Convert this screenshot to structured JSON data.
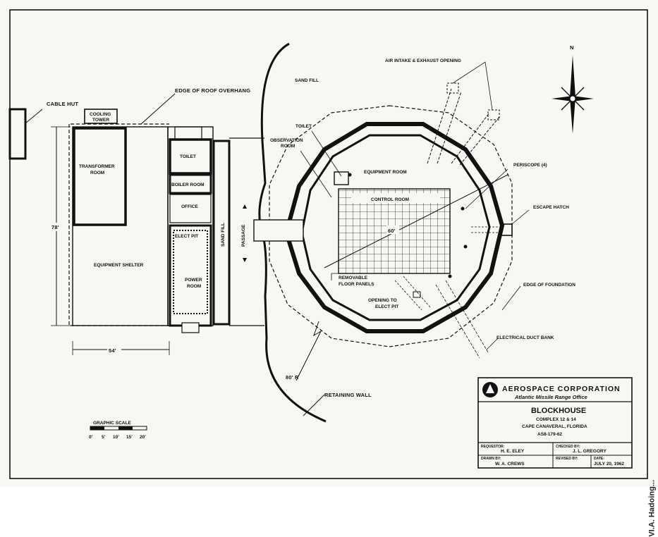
{
  "labels": {
    "cable_hut": "CABLE HUT",
    "cooling_tower": "COOLING TOWER",
    "edge_of_roof": "EDGE OF ROOF OVERHANG",
    "transformer_room": "TRANSFORMER ROOM",
    "toilet_left": "TOILET",
    "boiler_room": "BOILER ROOM",
    "office": "OFFICE",
    "elect_pit": "ELECT PIT",
    "equipment_shelter": "EQUIPMENT SHELTER",
    "power_room": "POWER ROOM",
    "sand_fill_vertical": "SAND FILL",
    "passage": "PASSAGE",
    "dim_78": "78'",
    "dim_54": "54'",
    "sand_fill_top": "SAND FILL",
    "air_intake": "AIR INTAKE & EXHAUST OPENING",
    "toilet_right": "TOILET",
    "observation_room": "OBSERVATION ROOM",
    "equipment_room": "EQUIPMENT ROOM",
    "periscope": "PERISCOPE (4)",
    "control_room": "CONTROL ROOM",
    "dim_60": "60'",
    "escape_hatch": "ESCAPE HATCH",
    "removable_floor": "REMOVABLE FLOOR PANELS",
    "edge_of_foundation": "EDGE OF FOUNDATION",
    "opening_elect_pit": "OPENING TO ELECT PIT",
    "electrical_duct": "ELECTRICAL DUCT BANK",
    "dim_80r": "80' R",
    "retaining_wall": "RETAINING WALL",
    "north": "N",
    "graphic_scale": "GRAPHIC SCALE",
    "scale_ticks": [
      "0'",
      "5'",
      "10'",
      "15'",
      "20'"
    ]
  },
  "title_block": {
    "company": "AEROSPACE CORPORATION",
    "office": "Atlantic Missile Range Office",
    "title": "BLOCKHOUSE",
    "line1": "COMPLEX 12 & 14",
    "line2": "CAPE CANAVERAL, FLORIDA",
    "line3": "AS8-179-62",
    "requestor_label": "REQUESTOR:",
    "requestor": "H. E. ELEY",
    "checked_label": "CHECKED BY:",
    "checked": "J. L. GREGORY",
    "drawn_label": "DRAWN BY:",
    "drawn": "W. A. CREWS",
    "revised_label": "REVISED BY:",
    "revised": "",
    "date_label": "DATE:",
    "date": "JULY 20, 1962"
  },
  "margin_text": "VI.A. Hadoing..."
}
